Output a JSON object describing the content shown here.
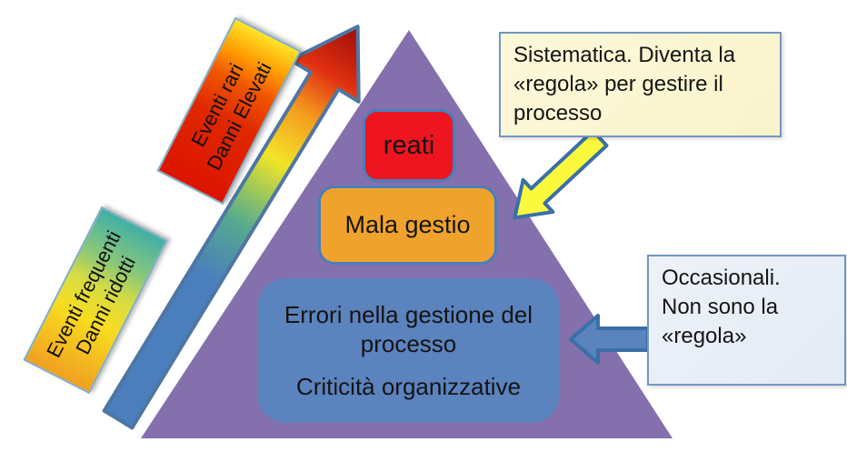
{
  "pyramid": {
    "fill": "#8470ac",
    "levels": {
      "reati": {
        "label": "reati",
        "bg": "#ee1520"
      },
      "mala_gestio": {
        "label": "Mala gestio",
        "bg": "#f0a32c"
      },
      "errori": {
        "line1": "Errori nella gestione del processo",
        "line2": "Criticità organizzative",
        "bg": "#5b83be"
      }
    }
  },
  "severity_arrow": {
    "gradient": [
      "#4a7ebc",
      "#55a98f",
      "#9dc85a",
      "#f2e428",
      "#f59a1e",
      "#e03010",
      "#9e0b0b"
    ],
    "outline": "#4e76a4",
    "labels": {
      "frequent": {
        "line1": "Eventi frequenti",
        "line2": "Danni ridotti"
      },
      "rare": {
        "line1": "Eventi rari",
        "line2": "Danni Elevati"
      }
    }
  },
  "callouts": {
    "sistematica": {
      "lines": [
        "Sistematica. Diventa la",
        "«regola» per gestire il",
        "processo"
      ],
      "bg": "#fbf7d3",
      "arrow_color": "#fbf93c"
    },
    "occasionali": {
      "lines": [
        "Occasionali.",
        "Non sono la",
        "«regola»"
      ],
      "bg": "#e9eff6",
      "arrow_color": "#5b83be"
    }
  }
}
